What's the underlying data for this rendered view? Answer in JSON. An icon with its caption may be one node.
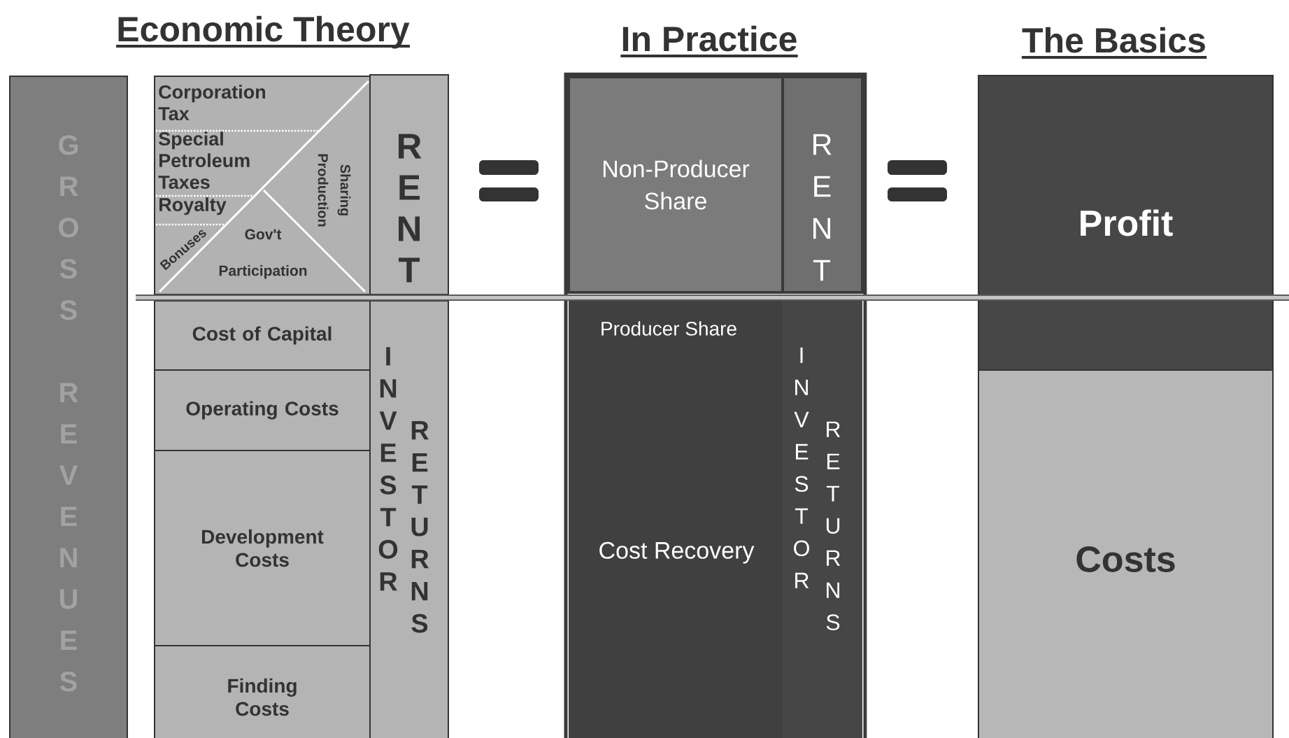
{
  "diagram": {
    "nodes": [
      {
        "text": [
          "GROSS REVENUES"
        ]
      },
      {
        "text": [
          "Corporation Tax"
        ]
      },
      {
        "text": [
          "Special Petroleum Taxes"
        ]
      },
      {
        "text": [
          "Royalty"
        ]
      },
      {
        "text": [
          "Bonuses"
        ]
      },
      {
        "text": [
          "Gov't Participation"
        ]
      },
      {
        "text": [
          "Sharing Production"
        ]
      },
      {
        "text": [
          "RENT"
        ]
      },
      {
        "text": [
          "Cost of Capital"
        ]
      },
      {
        "text": [
          "Operating Costs"
        ]
      },
      {
        "text": [
          "Development Costs"
        ]
      },
      {
        "text": [
          "Finding Costs"
        ]
      },
      {
        "text": [
          "INVESTOR",
          "RETURNS"
        ]
      },
      {
        "text": [
          "Non-Producer Share"
        ]
      },
      {
        "text": [
          "RENT"
        ]
      },
      {
        "text": [
          "Producer Share",
          "Cost Recovery"
        ]
      },
      {
        "text": [
          "INVESTOR",
          "RETURNS"
        ]
      },
      {
        "text": [
          "Profit"
        ]
      },
      {
        "text": [
          "Costs"
        ]
      }
    ],
    "labels": [
      "Economic Theory",
      "In Practice",
      "The Basics"
    ]
  }
}
